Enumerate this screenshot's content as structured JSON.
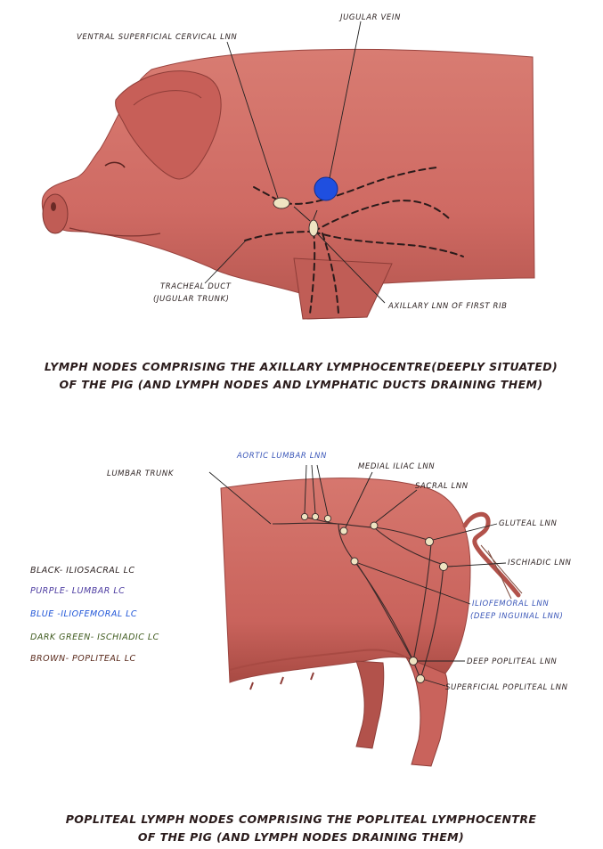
{
  "top_diagram": {
    "labels": {
      "jugular_vein": "JUGULAR VEIN",
      "ventral_superficial_cervical": "VENTRAL SUPERFICIAL CERVICAL LNN",
      "tracheal_duct_line1": "TRACHEAL DUCT",
      "tracheal_duct_line2": "(JUGULAR TRUNK)",
      "axillary_lnn": "AXILLARY LNN OF FIRST RIB"
    },
    "caption_line1": "LYMPH NODES COMPRISING THE AXILLARY LYMPHOCENTRE(DEEPLY SITUATED)",
    "caption_line2": "OF THE PIG (AND LYMPH NODES AND LYMPHATIC DUCTS DRAINING THEM)"
  },
  "bottom_diagram": {
    "labels": {
      "lumbar_trunk": "LUMBAR TRUNK",
      "aortic_lumbar": "AORTIC LUMBAR LNN",
      "medial_iliac": "MEDIAL ILIAC LNN",
      "sacral": "SACRAL LNN",
      "gluteal": "GLUTEAL LNN",
      "ischiadic": "ISCHIADIC LNN",
      "iliofemoral_line1": "ILIOFEMORAL LNN",
      "iliofemoral_line2": "(DEEP INGUINAL LNN)",
      "deep_popliteal": "DEEP POPLITEAL LNN",
      "superficial_popliteal": "SUPERFICIAL POPLITEAL LNN"
    },
    "legend": [
      {
        "text": "BLACK- ILIOSACRAL LC",
        "color": "#2a1f1f"
      },
      {
        "text": "PURPLE- LUMBAR LC",
        "color": "#4b3aa0"
      },
      {
        "text": "BLUE -ILIOFEMORAL LC",
        "color": "#1f55d8"
      },
      {
        "text": "DARK GREEN- ISCHIADIC LC",
        "color": "#3f5a1e"
      },
      {
        "text": "BROWN- POPLITEAL LC",
        "color": "#5a2a1c"
      }
    ],
    "caption_line1": "POPLITEAL LYMPH NODES COMPRISING THE POPLITEAL LYMPHOCENTRE",
    "caption_line2": "OF THE PIG (AND LYMPH NODES DRAINING THEM)"
  },
  "colors": {
    "skin": "#cf6a63",
    "skin_dark": "#a94a44",
    "jugular_vein": "#1f4fe0",
    "node_fill": "#efe4c2"
  }
}
